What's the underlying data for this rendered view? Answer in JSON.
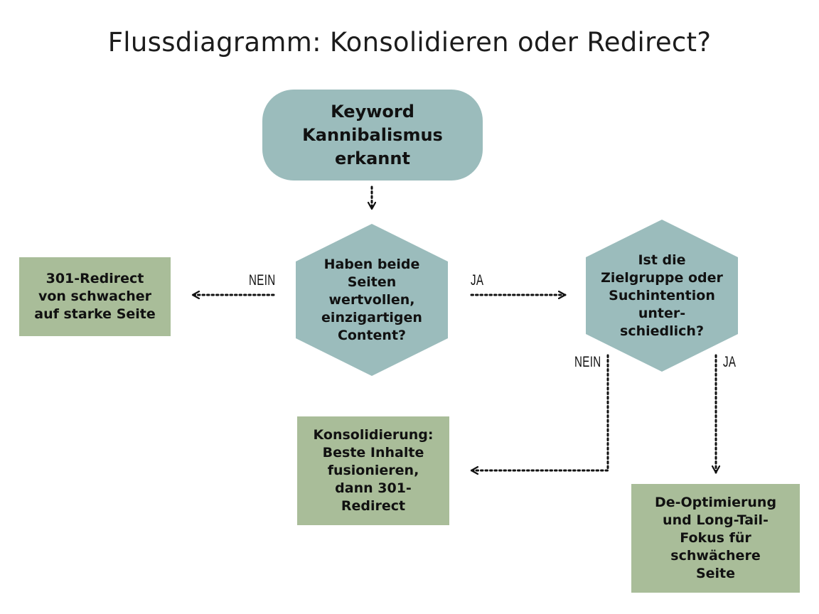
{
  "title": "Flussdiagramm: Konsolidieren oder Redirect?",
  "colors": {
    "start": "#9bbcbc",
    "decision": "#9bbcbc",
    "outcome": "#a9bd99",
    "line": "#111111"
  },
  "nodes": {
    "start": "Keyword\nKannibalismus\nerkannt",
    "decision_content": "Haben beide\nSeiten\nwertvollen,\neinzigartigen\nContent?",
    "decision_audience": "Ist die\nZielgruppe oder\nSuchintention\nunter-\nschiedlich?",
    "outcome_redirect": "301-Redirect\nvon schwacher\nauf starke Seite",
    "outcome_consolidate": "Konsolidierung:\nBeste Inhalte\nfusionieren,\ndann 301-\nRedirect",
    "outcome_deoptimize": "De-Optimierung\nund Long-Tail-\nFokus für\nschwächere\nSeite"
  },
  "edge_labels": {
    "content_no": "NEIN",
    "content_yes": "JA",
    "audience_no": "NEIN",
    "audience_yes": "JA"
  }
}
